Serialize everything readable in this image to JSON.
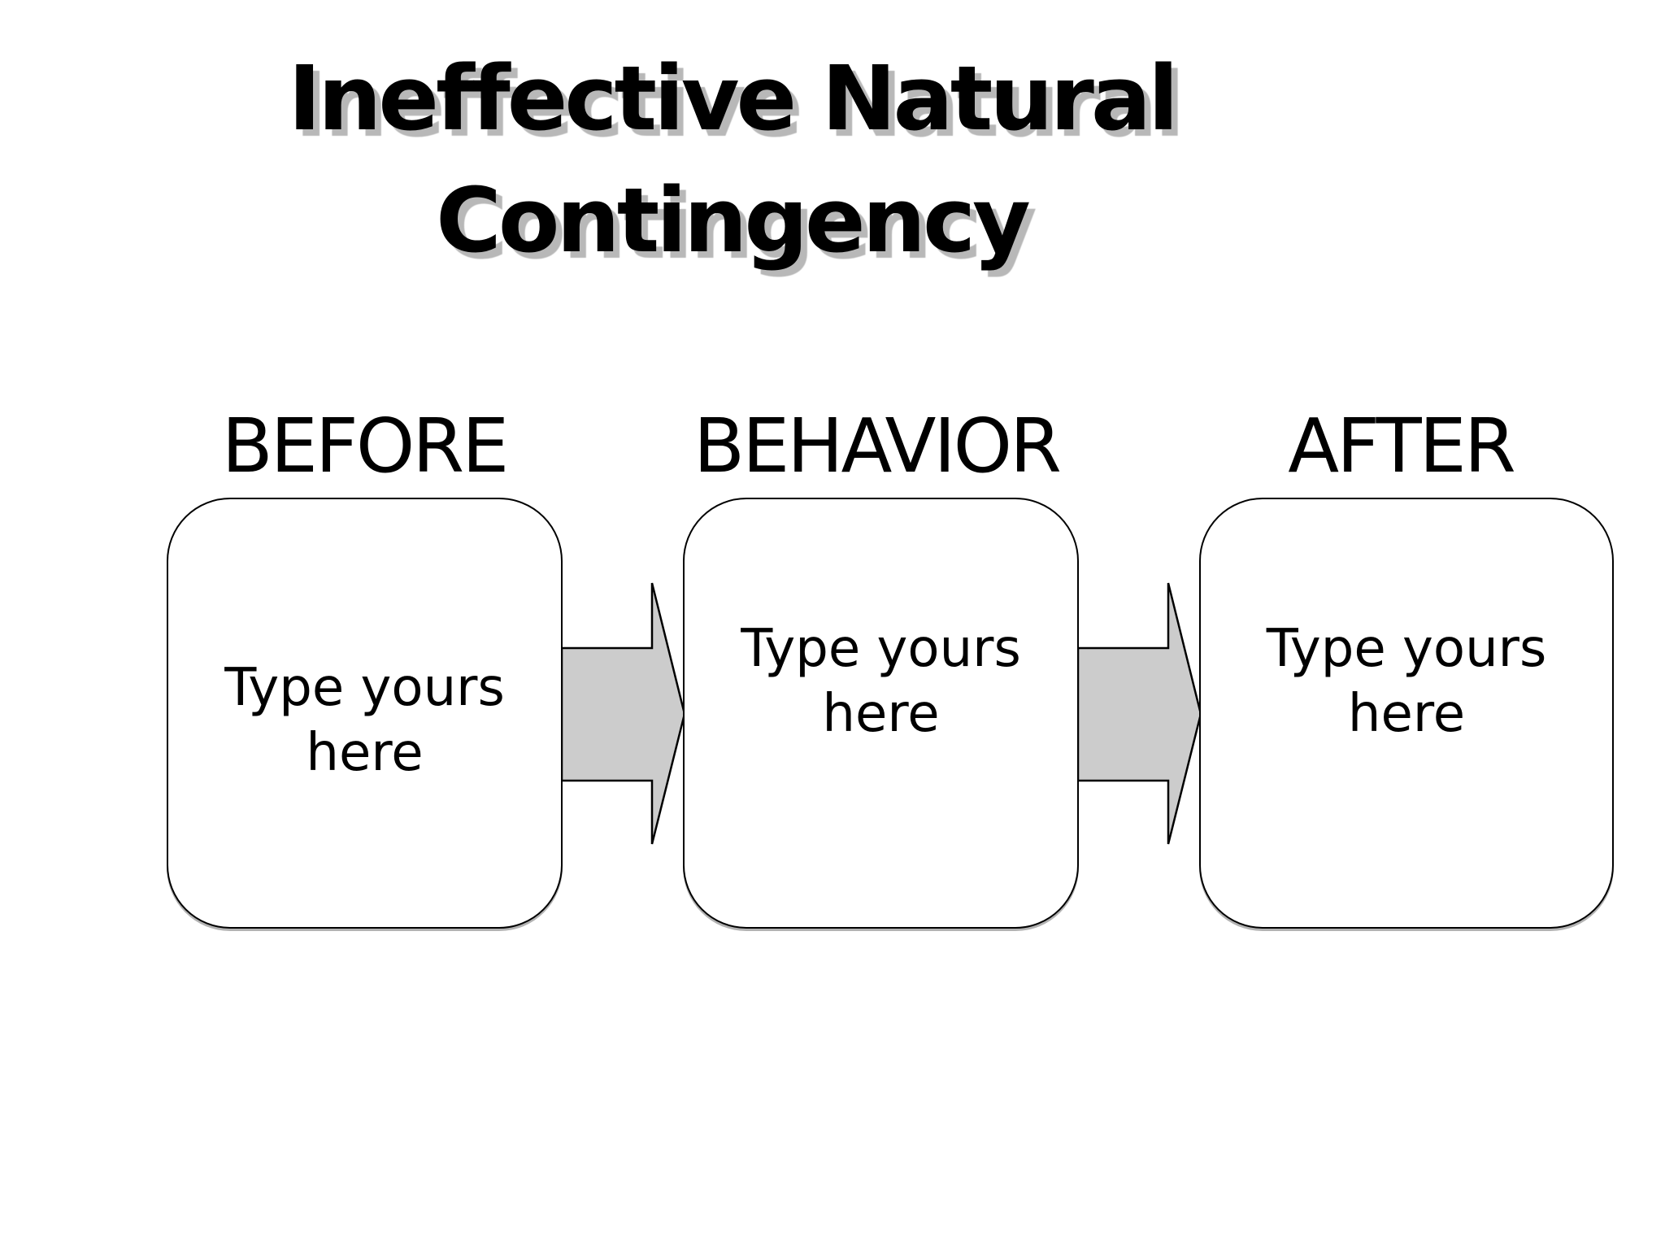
{
  "slide_title": {
    "line1": "Ineffective Natural",
    "line2": "Contingency"
  },
  "columns": [
    {
      "label": "BEFORE",
      "placeholder": "Type yours\nhere"
    },
    {
      "label": "BEHAVIOR",
      "placeholder": "Type yours\nhere"
    },
    {
      "label": "AFTER",
      "placeholder": "Type yours\nhere"
    }
  ],
  "colors": {
    "background": "#ffffff",
    "box_fill": "#ffffff",
    "outline": "#000000",
    "arrow_fill": "#cccccc",
    "title_shadow": "#b8b8b8",
    "text": "#000000"
  }
}
